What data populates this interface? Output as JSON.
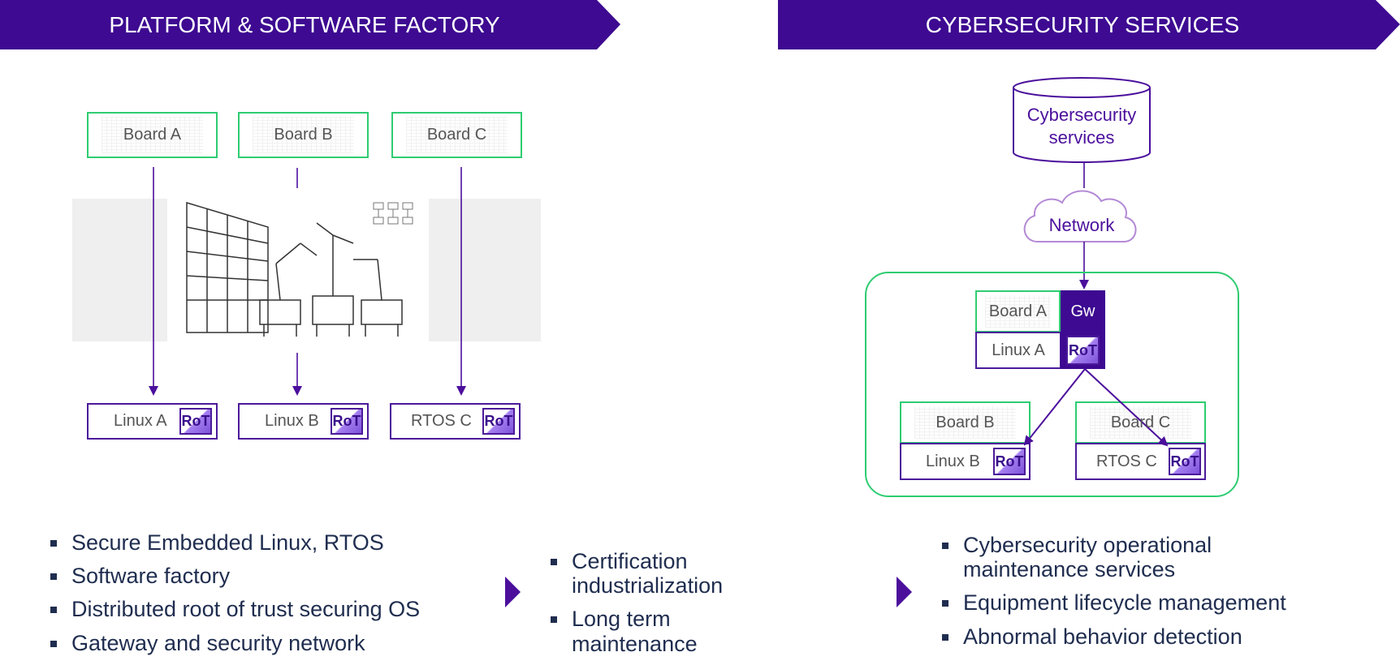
{
  "colors": {
    "brand": "#4b0f9c",
    "green": "#2ecc71",
    "text": "#1f2d4f"
  },
  "left_section": {
    "title": "PLATFORM & SOFTWARE FACTORY",
    "boards": [
      "Board A",
      "Board B",
      "Board C"
    ],
    "targets": [
      "Linux A",
      "Linux B",
      "RTOS C"
    ],
    "rot_label": "RoT",
    "factory_image": "robot-factory-illustration"
  },
  "right_section": {
    "title": "CYBERSECURITY SERVICES",
    "services_label": "Cybersecurity services",
    "network_label": "Network",
    "board_a": "Board A",
    "gateway_label": "Gw",
    "linux_a": "Linux A",
    "board_b": "Board B",
    "linux_b": "Linux B",
    "board_c": "Board C",
    "rtos_c": "RTOS C",
    "rot_label": "RoT"
  },
  "bullets": {
    "left": [
      "Secure Embedded Linux, RTOS",
      "Software factory",
      "Distributed root of trust securing OS",
      "Gateway and security network"
    ],
    "middle": [
      "Certification industrialization",
      "Long term maintenance"
    ],
    "right": [
      "Cybersecurity operational maintenance services",
      "Equipment lifecycle management",
      "Abnormal behavior detection"
    ]
  }
}
